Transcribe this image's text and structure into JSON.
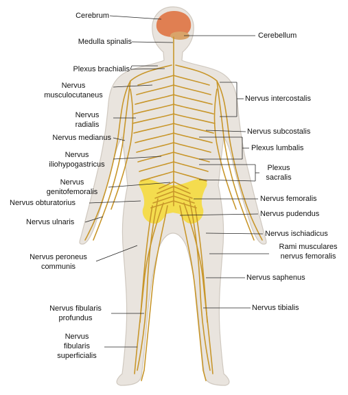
{
  "diagram": {
    "colors": {
      "body_fill": "#e9e4de",
      "body_stroke": "#cfc8bf",
      "nerve": "#c8962a",
      "brain": "#e07f52",
      "cerebellum": "#d9a46a",
      "pelvis": "#f4dc4e",
      "leader": "#222222"
    },
    "labels": {
      "cerebrum": "Cerebrum",
      "medulla_spinalis": "Medulla spinalis",
      "plexus_brachialis": "Plexus brachialis",
      "nervus_musculocutaneus": [
        "Nervus",
        "musculocutaneus"
      ],
      "nervus_radialis": [
        "Nervus",
        "radialis"
      ],
      "nervus_medianus": "Nervus medianus",
      "nervus_iliohypogastricus": [
        "Nervus",
        "iliohypogastricus"
      ],
      "nervus_genitofemoralis": [
        "Nervus",
        "genitofemoralis"
      ],
      "nervus_obturatorius": "Nervus obturatorius",
      "nervus_ulnaris": "Nervus ulnaris",
      "nervus_peroneus_communis": [
        "Nervus peroneus",
        "communis"
      ],
      "nervus_fibularis_profundus": [
        "Nervus fibularis",
        "profundus"
      ],
      "nervus_fibularis_superficialis": [
        "Nervus",
        "fibularis",
        "superficialis"
      ],
      "cerebellum": "Cerebellum",
      "nervus_intercostalis": "Nervus intercostalis",
      "nervus_subcostalis": "Nervus subcostalis",
      "plexus_lumbalis": "Plexus lumbalis",
      "plexus_sacralis": [
        "Plexus",
        "sacralis"
      ],
      "nervus_femoralis": "Nervus femoralis",
      "nervus_pudendus": "Nervus pudendus",
      "nervus_ischiadicus": "Nervus ischiadicus",
      "rami_musculares": [
        "Rami musculares",
        "nervus femoralis"
      ],
      "nervus_saphenus": "Nervus saphenus",
      "nervus_tibialis": "Nervus tibialis"
    }
  }
}
